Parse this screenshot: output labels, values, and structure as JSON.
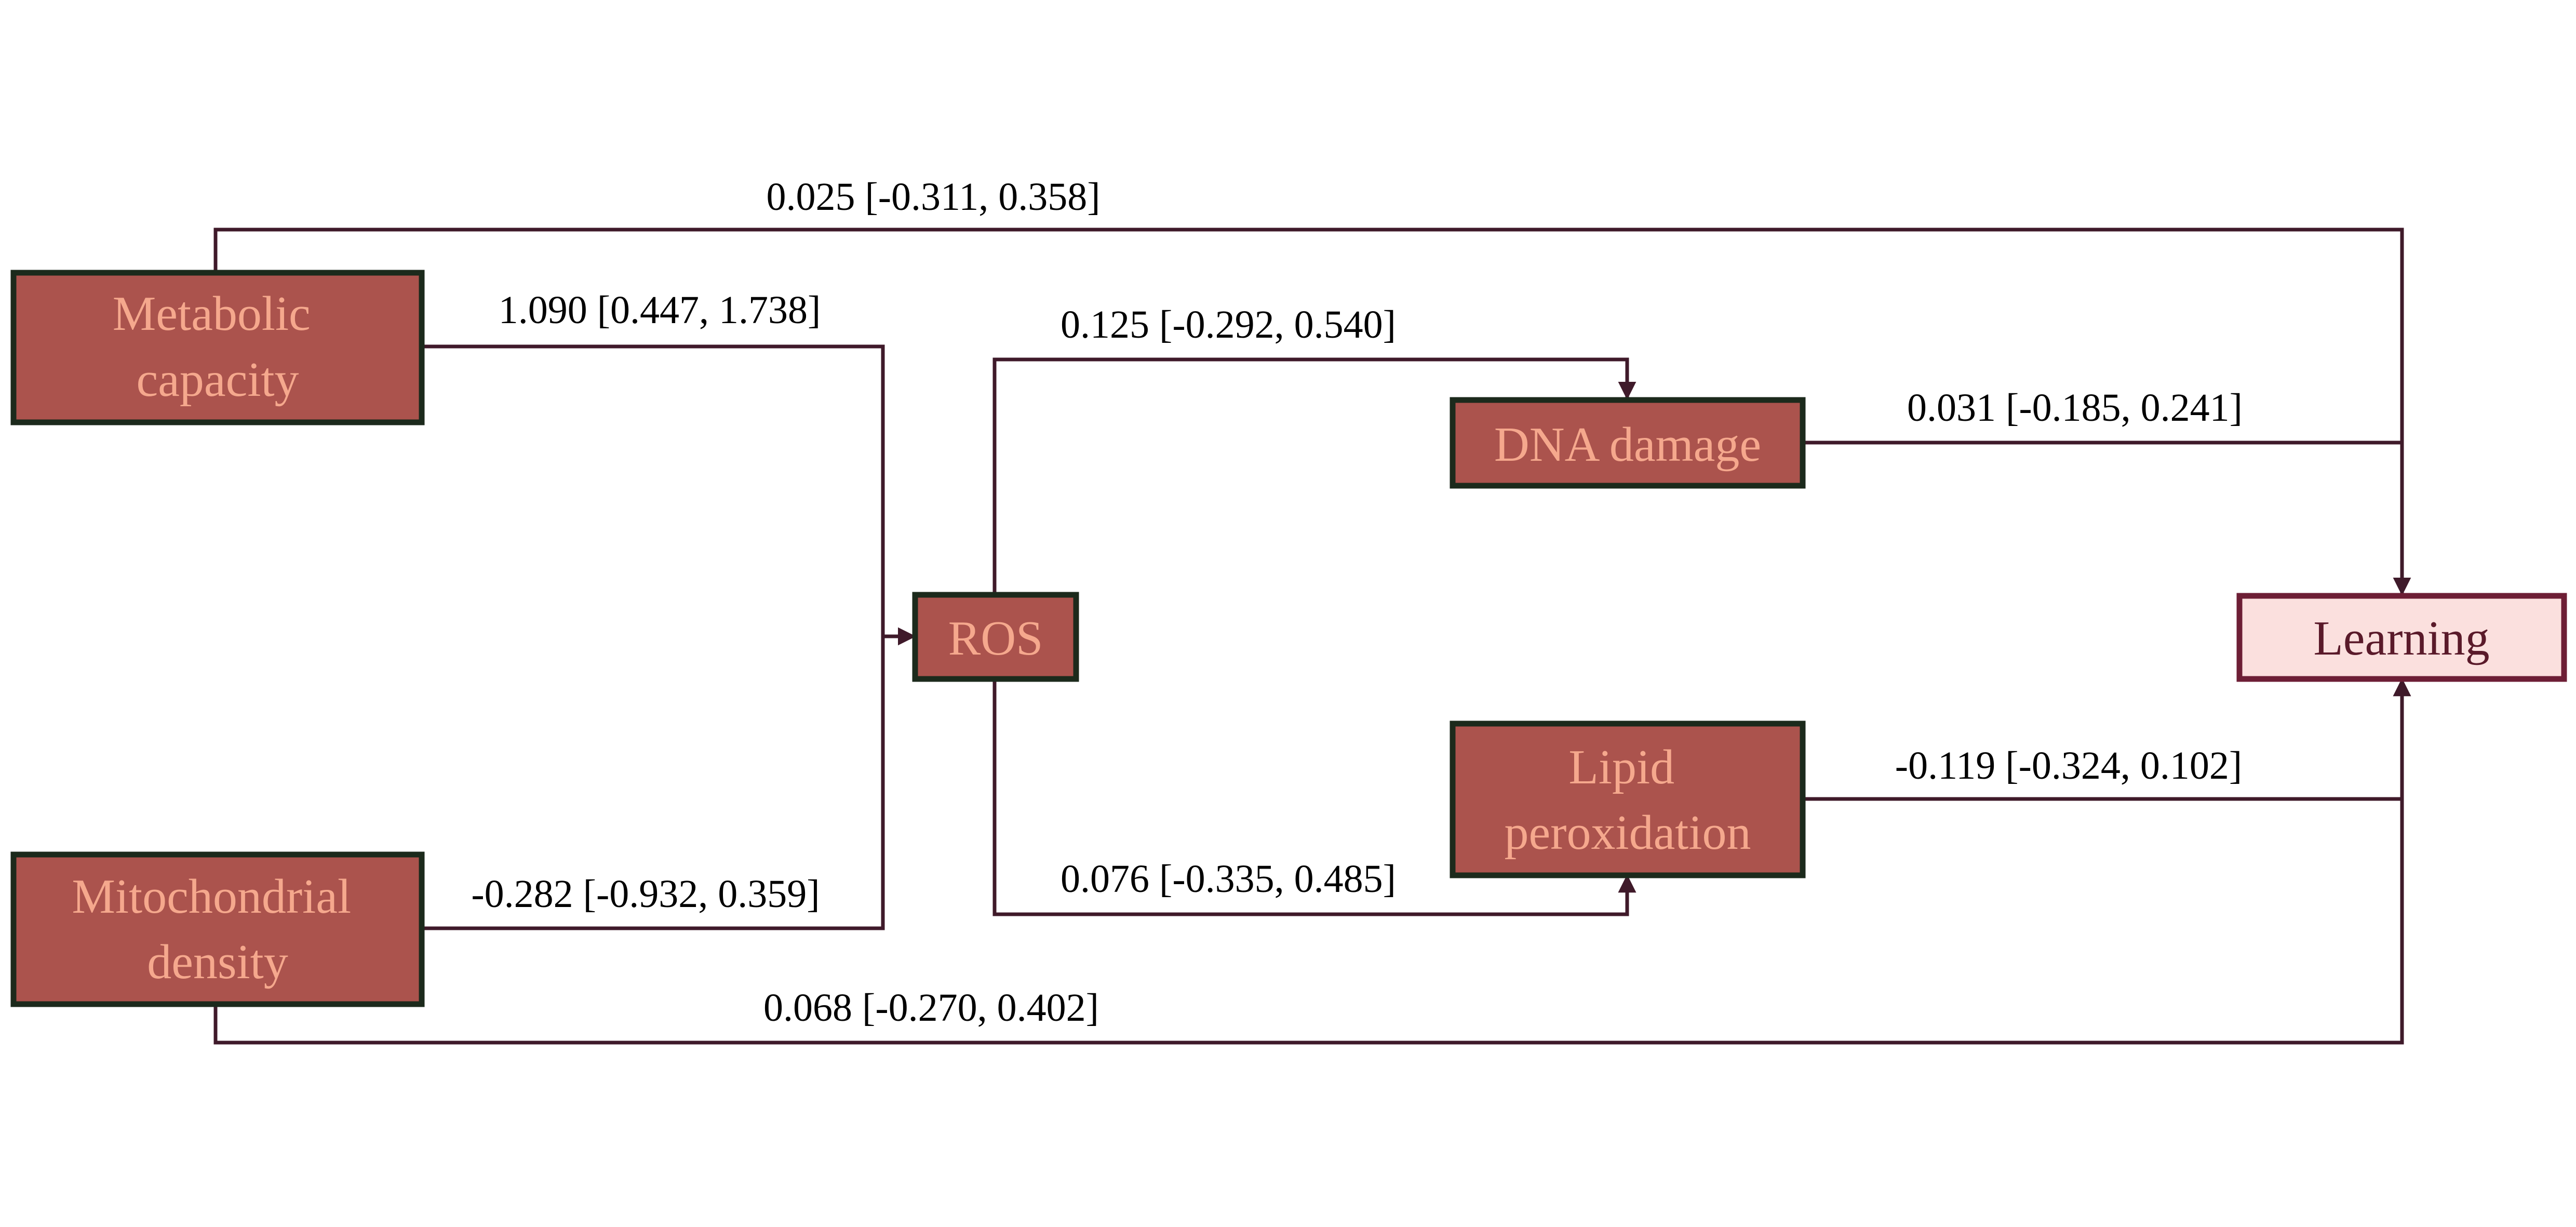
{
  "diagram": {
    "nodes": {
      "metabolic": {
        "lines": [
          "Metabolic",
          "capacity"
        ]
      },
      "mito": {
        "lines": [
          "Mitochondrial",
          "density"
        ]
      },
      "ros": {
        "lines": [
          "ROS"
        ]
      },
      "dna": {
        "lines": [
          "DNA damage"
        ]
      },
      "lipid": {
        "lines": [
          "Lipid",
          "peroxidation"
        ]
      },
      "learning": {
        "lines": [
          "Learning"
        ]
      }
    },
    "edges": {
      "metabolic_ros": "1.090 [0.447, 1.738]",
      "mito_ros": "-0.282 [-0.932, 0.359]",
      "metabolic_learning": "0.025 [-0.311, 0.358]",
      "mito_learning": "0.068 [-0.270, 0.402]",
      "ros_dna": "0.125 [-0.292, 0.540]",
      "ros_lipid": "0.076 [-0.335, 0.485]",
      "dna_learning": "0.031 [-0.185, 0.241]",
      "lipid_learning": "-0.119 [-0.324, 0.102]"
    },
    "colors": {
      "box_fill": "#ab534d",
      "box_border": "#1c2a1c",
      "box_text": "#f5a88d",
      "outcome_fill": "#fbe0de",
      "outcome_border": "#6d1e35",
      "outcome_text": "#5a1a2a",
      "edge": "#3f1a2a"
    }
  }
}
